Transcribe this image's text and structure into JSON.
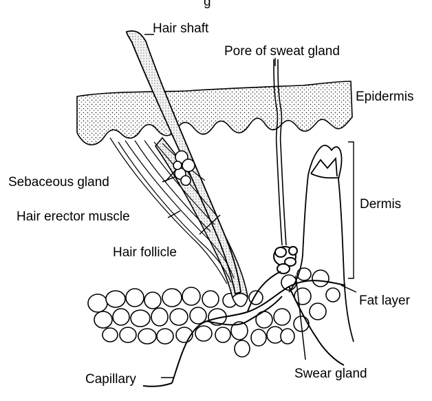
{
  "diagram": {
    "caption_fragment": "g",
    "labels": {
      "hair_shaft": "Hair shaft",
      "pore_of_sweat_gland": "Pore of sweat gland",
      "epidermis": "Epidermis",
      "dermis": "Dermis",
      "sebaceous_gland": "Sebaceous gland",
      "hair_erector_muscle": "Hair erector muscle",
      "hair_follicle": "Hair follicle",
      "fat_layer": "Fat layer",
      "capillary": "Capillary",
      "sweat_gland": "Swear gland"
    }
  }
}
